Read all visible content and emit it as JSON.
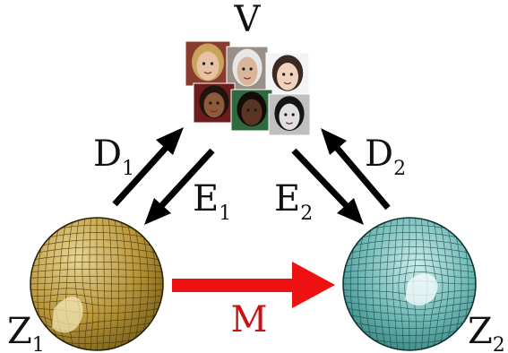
{
  "labels": {
    "v": "V",
    "d1_main": "D",
    "d1_sub": "1",
    "e1_main": "E",
    "e1_sub": "1",
    "e2_main": "E",
    "e2_sub": "2",
    "d2_main": "D",
    "d2_sub": "2",
    "m": "M",
    "z1_main": "Z",
    "z1_sub": "1",
    "z2_main": "Z",
    "z2_sub": "2"
  },
  "colors": {
    "text": "#111111",
    "arrow": "#000000",
    "mapping_arrow": "#ee1111",
    "mapping_label": "#cc1111",
    "sphere1": "#c8a94a",
    "sphere2": "#5fb0ae"
  },
  "faces": [
    {
      "name": "face-blonde-woman",
      "skin": "#e8c2a4",
      "hair": "#c9a35a",
      "bg": "#8a3b2f"
    },
    {
      "name": "face-bald-man",
      "skin": "#d9b59b",
      "hair": "#e6e6e6",
      "bg": "#9a8f86"
    },
    {
      "name": "face-asian-woman",
      "skin": "#f1d2bd",
      "hair": "#3b2a20",
      "bg": "#f4f4f4"
    },
    {
      "name": "face-smiling-man",
      "skin": "#8f5a3a",
      "hair": "#1e1410",
      "bg": "#6e1b1b"
    },
    {
      "name": "face-curly-hair-woman",
      "skin": "#5a3524",
      "hair": "#120c08",
      "bg": "#2f6a3f"
    },
    {
      "name": "face-bw-portrait",
      "skin": "#e0e0e0",
      "hair": "#151515",
      "bg": "#bfbfbf"
    }
  ]
}
